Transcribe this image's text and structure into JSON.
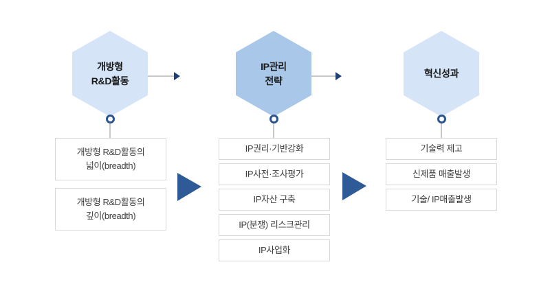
{
  "diagram": {
    "title_hidden": "",
    "colors": {
      "hex_light": "#d5e4f7",
      "hex_medium": "#a9c7e8",
      "ring_blue": "#2b5291",
      "small_arrow_navy": "#1f3f77",
      "big_arrow_blue": "#2e5a97",
      "connector_gray": "#c8c8c8",
      "box_border_gray": "#d8d8d8",
      "box_text": "#404040",
      "hex_text": "#1a1a1a"
    },
    "columns": [
      {
        "id": "open-rnd-activity",
        "hex": {
          "line1": "개방형",
          "line2": "R&D활동"
        },
        "boxes": [
          {
            "line1": "개방형 R&D활동의",
            "line2": "넓이(breadth)"
          },
          {
            "line1": "개방형 R&D활동의",
            "line2": "깊이(breadth)"
          }
        ]
      },
      {
        "id": "ip-management-strategy",
        "hex": {
          "line1": "IP관리",
          "line2": "전략"
        },
        "boxes": [
          {
            "line1": "IP권리·기반강화"
          },
          {
            "line1": "IP사전·조사평가"
          },
          {
            "line1": "IP자산 구축"
          },
          {
            "line1": "IP(분쟁) 리스크관리"
          },
          {
            "line1": "IP사업화"
          }
        ]
      },
      {
        "id": "innovation-performance",
        "hex": {
          "line1": "혁신성과"
        },
        "boxes": [
          {
            "line1": "기술력 제고"
          },
          {
            "line1": "신제품 매출발생"
          },
          {
            "line1": "기술/ IP매출발생"
          }
        ]
      }
    ]
  }
}
